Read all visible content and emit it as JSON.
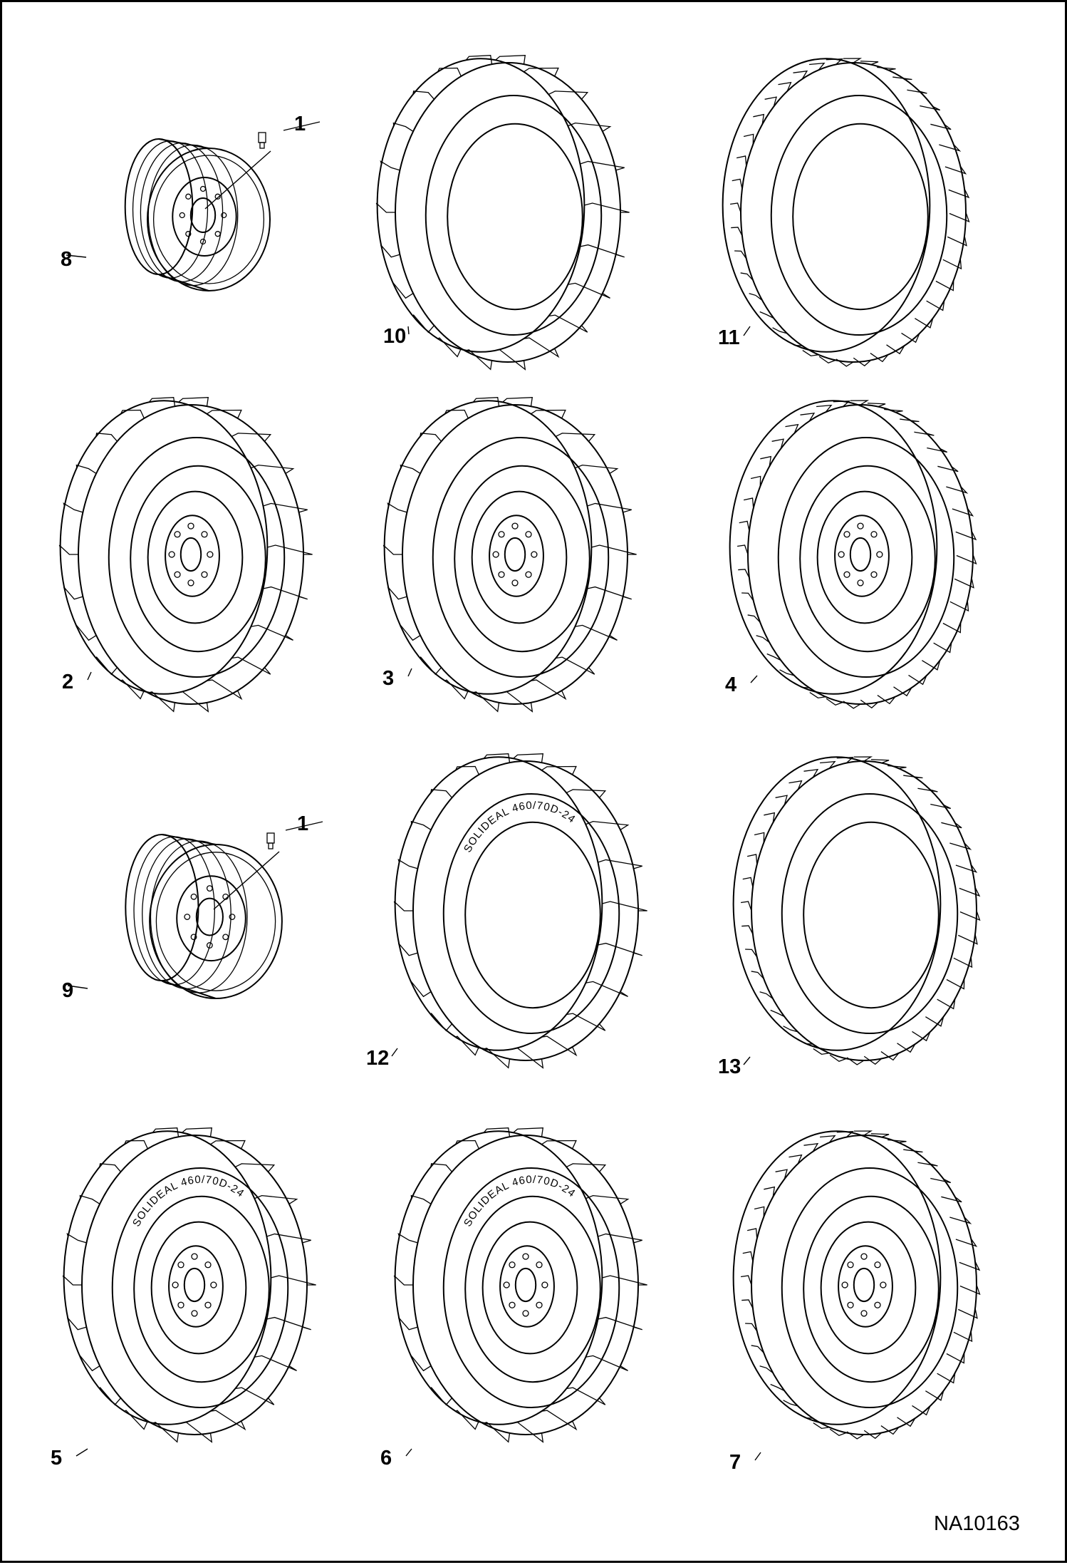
{
  "diagram": {
    "drawing_code": "NA10163",
    "callouts": [
      {
        "part": "8",
        "kind": "rim"
      },
      {
        "part": "1",
        "kind": "valve"
      },
      {
        "part": "10",
        "kind": "tire-lug"
      },
      {
        "part": "11",
        "kind": "tire-block"
      },
      {
        "part": "2",
        "kind": "wheel-lug"
      },
      {
        "part": "3",
        "kind": "wheel-lug"
      },
      {
        "part": "4",
        "kind": "wheel-block"
      },
      {
        "part": "9",
        "kind": "rim"
      },
      {
        "part": "1",
        "kind": "valve"
      },
      {
        "part": "12",
        "kind": "tire-solid"
      },
      {
        "part": "13",
        "kind": "tire-block"
      },
      {
        "part": "5",
        "kind": "wheel-solid"
      },
      {
        "part": "6",
        "kind": "wheel-solid"
      },
      {
        "part": "7",
        "kind": "wheel-block"
      }
    ],
    "sidewall_marking": "SOLIDEAL 460/70D-24"
  },
  "colors": {
    "line": "#000000",
    "background": "#ffffff"
  }
}
